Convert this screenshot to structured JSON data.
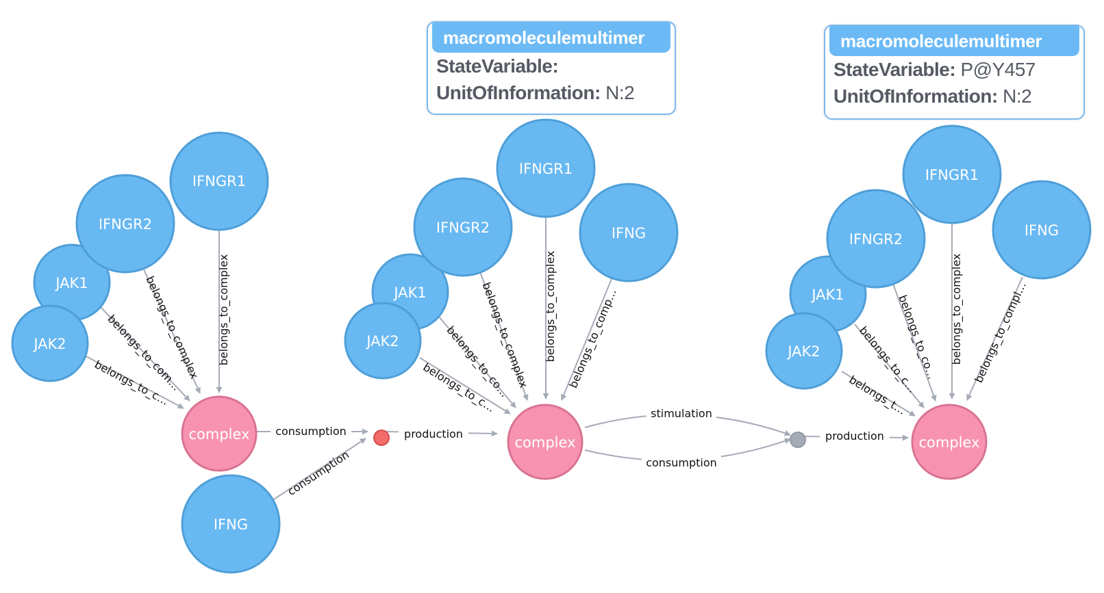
{
  "colors": {
    "protein": "#68b8f2",
    "protein_stroke": "#4e9fd8",
    "complex": "#f793b0",
    "complex_stroke": "#d97392",
    "process_red": "#f26c6c",
    "process_red_stroke": "#d44c4c",
    "process_gray": "#a5abb6",
    "edge": "#a5abb6"
  },
  "nodes": {
    "g1_ifngr1": "IFNGR1",
    "g1_ifngr2": "IFNGR2",
    "g1_jak1": "JAK1",
    "g1_jak2": "JAK2",
    "g1_complex": "complex",
    "g1_ifng": "IFNG",
    "g2_ifngr1": "IFNGR1",
    "g2_ifngr2": "IFNGR2",
    "g2_ifng": "IFNG",
    "g2_jak1": "JAK1",
    "g2_jak2": "JAK2",
    "g2_complex": "complex",
    "g3_ifngr1": "IFNGR1",
    "g3_ifngr2": "IFNGR2",
    "g3_ifng": "IFNG",
    "g3_jak1": "JAK1",
    "g3_jak2": "JAK2",
    "g3_complex": "complex"
  },
  "edges": {
    "g1_ifngr1": "belongs_to_complex",
    "g1_ifngr2": "belongs_to_complex",
    "g1_jak1": "belongs_to_com…",
    "g1_jak2": "belongs_to_c…",
    "g1_consumption": "consumption",
    "g1_ifng_consumption": "consumption",
    "p1_production": "production",
    "g2_ifngr1": "belongs_to_complex",
    "g2_ifngr2": "belongs_to_complex",
    "g2_ifng": "belongs_to_comp…",
    "g2_jak1": "belongs_to_co…",
    "g2_jak2": "belongs_to_c…",
    "stimulation": "stimulation",
    "g2_consumption": "consumption",
    "p2_production": "production",
    "g3_ifngr1": "belongs_to_complex",
    "g3_ifngr2": "belongs_to_co…",
    "g3_ifng": "belongs_to_compl…",
    "g3_jak1": "belongs_to_c…",
    "g3_jak2": "belongs_t…"
  },
  "tooltips": [
    {
      "title": "macromoleculemultimer",
      "state_key": "StateVariable:",
      "state_value": "",
      "unit_key": "UnitOfInformation:",
      "unit_value": "N:2"
    },
    {
      "title": "macromoleculemultimer",
      "state_key": "StateVariable:",
      "state_value": "P@Y457",
      "unit_key": "UnitOfInformation:",
      "unit_value": "N:2"
    }
  ]
}
